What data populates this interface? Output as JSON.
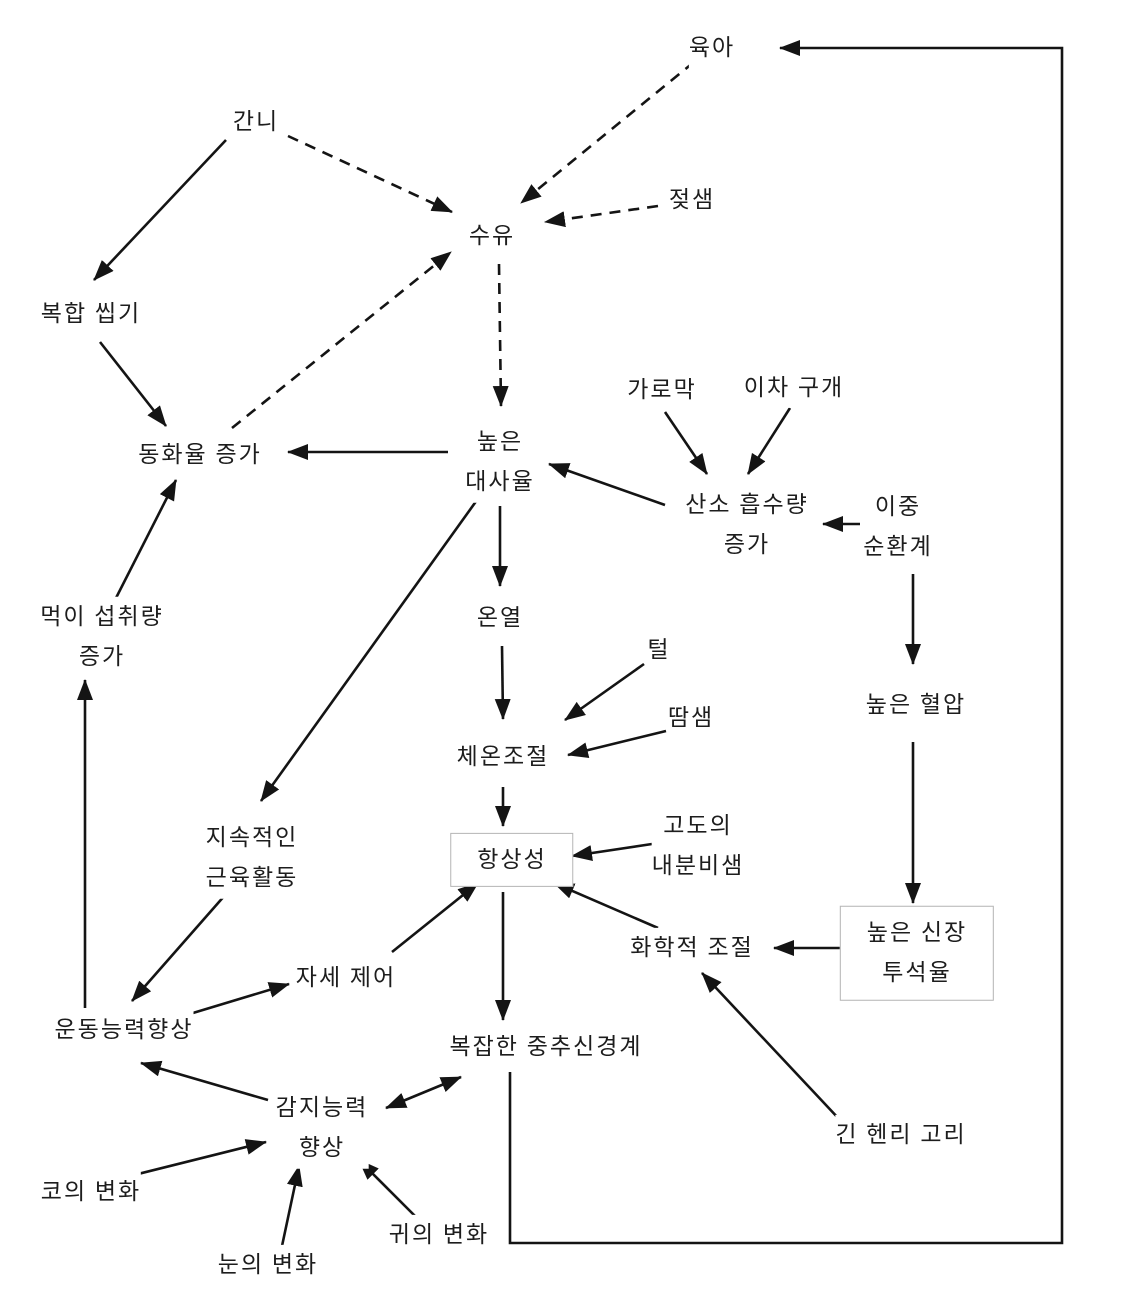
{
  "diagram": {
    "language": "ko",
    "background_color": "#ffffff",
    "line_color": "#141414",
    "box_border_color": "#b4b4b4",
    "nodes": {
      "parenting": {
        "label": "육아"
      },
      "permanent_teeth": {
        "label": "간니"
      },
      "mammary_glands": {
        "label": "젖샘"
      },
      "suckling": {
        "label": "수유"
      },
      "complex_chewing": {
        "label": "복합 씹기"
      },
      "assimilation_increase": {
        "label": "동화율 증가"
      },
      "high_metabolic_rate": {
        "label": "높은\n대사율"
      },
      "diaphragm": {
        "label": "가로막"
      },
      "secondary_palate": {
        "label": "이차 구개"
      },
      "oxygen_uptake_increase": {
        "label": "산소 흡수량\n증가"
      },
      "double_circulation": {
        "label": "이중\n순환계"
      },
      "warmth": {
        "label": "온열"
      },
      "hair": {
        "label": "털"
      },
      "sweat_glands": {
        "label": "땀샘"
      },
      "thermoregulation": {
        "label": "체온조절"
      },
      "high_blood_pressure": {
        "label": "높은 혈압"
      },
      "food_intake_increase": {
        "label": "먹이 섭취량\n증가"
      },
      "sustained_muscle_activity": {
        "label": "지속적인\n근육활동"
      },
      "homeostasis": {
        "label": "항상성"
      },
      "advanced_endocrine_glands": {
        "label": "고도의\n내분비샘"
      },
      "chemical_regulation": {
        "label": "화학적 조절"
      },
      "high_kidney_filtration": {
        "label": "높은 신장\n투석율"
      },
      "posture_control": {
        "label": "자세 제어"
      },
      "locomotor_improvement": {
        "label": "운동능력향상"
      },
      "complex_cns": {
        "label": "복잡한 중추신경계"
      },
      "sensory_improvement": {
        "label": "감지능력\n향상"
      },
      "long_loop_of_henle": {
        "label": "긴 헨리 고리"
      },
      "nose_changes": {
        "label": "코의 변화"
      },
      "eye_changes": {
        "label": "눈의 변화"
      },
      "ear_changes": {
        "label": "귀의 변화"
      }
    },
    "edges": [
      {
        "from": "permanent_teeth",
        "to": "suckling",
        "style": "dashed"
      },
      {
        "from": "parenting",
        "to": "suckling",
        "style": "dashed"
      },
      {
        "from": "mammary_glands",
        "to": "suckling",
        "style": "dashed"
      },
      {
        "from": "assimilation_increase",
        "to": "suckling",
        "style": "dashed"
      },
      {
        "from": "suckling",
        "to": "high_metabolic_rate",
        "style": "dashed"
      },
      {
        "from": "permanent_teeth",
        "to": "complex_chewing",
        "style": "solid"
      },
      {
        "from": "complex_chewing",
        "to": "assimilation_increase",
        "style": "solid"
      },
      {
        "from": "high_metabolic_rate",
        "to": "assimilation_increase",
        "style": "solid"
      },
      {
        "from": "food_intake_increase",
        "to": "assimilation_increase",
        "style": "solid"
      },
      {
        "from": "diaphragm",
        "to": "oxygen_uptake_increase",
        "style": "solid"
      },
      {
        "from": "secondary_palate",
        "to": "oxygen_uptake_increase",
        "style": "solid"
      },
      {
        "from": "oxygen_uptake_increase",
        "to": "high_metabolic_rate",
        "style": "solid"
      },
      {
        "from": "double_circulation",
        "to": "oxygen_uptake_increase",
        "style": "solid"
      },
      {
        "from": "double_circulation",
        "to": "high_blood_pressure",
        "style": "solid"
      },
      {
        "from": "high_metabolic_rate",
        "to": "warmth",
        "style": "solid"
      },
      {
        "from": "warmth",
        "to": "thermoregulation",
        "style": "solid"
      },
      {
        "from": "hair",
        "to": "thermoregulation",
        "style": "solid"
      },
      {
        "from": "sweat_glands",
        "to": "thermoregulation",
        "style": "solid"
      },
      {
        "from": "thermoregulation",
        "to": "homeostasis",
        "style": "solid"
      },
      {
        "from": "high_metabolic_rate",
        "to": "sustained_muscle_activity",
        "style": "solid"
      },
      {
        "from": "advanced_endocrine_glands",
        "to": "homeostasis",
        "style": "solid"
      },
      {
        "from": "posture_control",
        "to": "homeostasis",
        "style": "solid"
      },
      {
        "from": "chemical_regulation",
        "to": "homeostasis",
        "style": "solid"
      },
      {
        "from": "high_blood_pressure",
        "to": "high_kidney_filtration",
        "style": "solid"
      },
      {
        "from": "high_kidney_filtration",
        "to": "chemical_regulation",
        "style": "solid"
      },
      {
        "from": "long_loop_of_henle",
        "to": "chemical_regulation",
        "style": "solid"
      },
      {
        "from": "homeostasis",
        "to": "complex_cns",
        "style": "solid"
      },
      {
        "from": "sustained_muscle_activity",
        "to": "locomotor_improvement",
        "style": "solid"
      },
      {
        "from": "locomotor_improvement",
        "to": "food_intake_increase",
        "style": "solid"
      },
      {
        "from": "locomotor_improvement",
        "to": "posture_control",
        "style": "solid"
      },
      {
        "from": "sensory_improvement",
        "to": "locomotor_improvement",
        "style": "solid"
      },
      {
        "from": "nose_changes",
        "to": "sensory_improvement",
        "style": "solid"
      },
      {
        "from": "eye_changes",
        "to": "sensory_improvement",
        "style": "solid"
      },
      {
        "from": "ear_changes",
        "to": "sensory_improvement",
        "style": "solid"
      },
      {
        "from": "sensory_improvement",
        "to": "complex_cns",
        "style": "solid-bidirectional"
      },
      {
        "from": "complex_cns",
        "to": "parenting",
        "style": "solid-loop"
      }
    ]
  }
}
